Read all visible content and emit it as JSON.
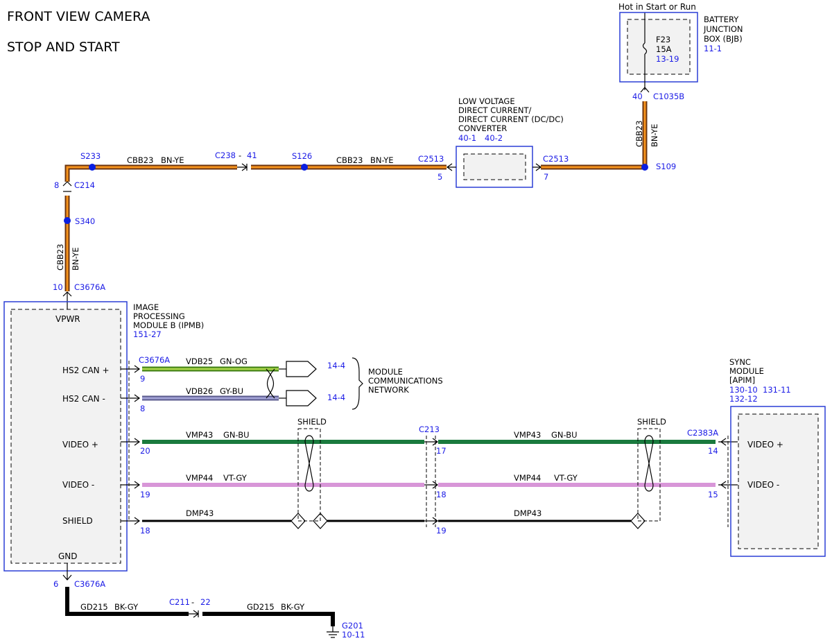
{
  "title": "FRONT VIEW CAMERA",
  "subtitle": "STOP AND START",
  "colors": {
    "bn_ye_outer": "#6b3410",
    "bn_ye_inner": "#f7941d",
    "gn_og_outer": "#3c7d12",
    "gn_og_inner": "#a9d44a",
    "gy_bu_outer": "#5a5a8c",
    "gy_bu_inner": "#a3a3d6",
    "gn_bu": "#1a7a3e",
    "vt_gy": "#d896d8",
    "black": "#000000",
    "splice": "#0a1fe0",
    "reference_blue": "#1a1ae6"
  },
  "bjb": {
    "power_label": "Hot in Start or Run",
    "name_lines": [
      "BATTERY",
      "JUNCTION",
      "BOX (BJB)"
    ],
    "ref": "11-1",
    "fuse_id": "F23",
    "fuse_rating": "15A",
    "fuse_ref": "13-19",
    "pin": "40",
    "connector": "C1035B"
  },
  "dcdc": {
    "name_lines": [
      "LOW VOLTAGE",
      "DIRECT CURRENT/",
      "DIRECT CURRENT (DC/DC)",
      "CONVERTER"
    ],
    "ref1": "40-1",
    "ref2": "40-2",
    "left_connector": "C2513",
    "left_pin": "5",
    "right_connector": "C2513",
    "right_pin": "7"
  },
  "power_circuit": {
    "circuit": "CBB23",
    "color": "BN-YE",
    "splices": [
      "S109",
      "S126",
      "S233",
      "S340"
    ],
    "inline_connector": "C238",
    "inline_dash": "-",
    "inline_pin": "41",
    "c214_pin": "8",
    "c214": "C214",
    "ipmb_pin": "10",
    "ipmb_connector": "C3676A"
  },
  "ipmb": {
    "name_lines": [
      "IMAGE",
      "PROCESSING",
      "MODULE B (IPMB)"
    ],
    "ref": "151-27",
    "pins": {
      "vpwr": "VPWR",
      "hs2_can_plus": "HS2 CAN +",
      "hs2_can_minus": "HS2 CAN -",
      "video_plus": "VIDEO +",
      "video_minus": "VIDEO -",
      "shield": "SHIELD",
      "gnd": "GND"
    },
    "can_connector": "C3676A",
    "gnd_pin": "6",
    "gnd_connector": "C3676A"
  },
  "can": {
    "can_plus_circuit": "VDB25",
    "can_plus_color": "GN-OG",
    "can_plus_pin": "9",
    "can_plus_ref": "14-4",
    "can_minus_circuit": "VDB26",
    "can_minus_color": "GY-BU",
    "can_minus_pin": "8",
    "can_minus_ref": "14-4",
    "network_lines": [
      "MODULE",
      "COMMUNICATIONS",
      "NETWORK"
    ]
  },
  "video": {
    "shield_label": "SHIELD",
    "c213": "C213",
    "c2383a": "C2383A",
    "plus_circuit": "VMP43",
    "plus_color": "GN-BU",
    "plus_pin_ipmb": "20",
    "plus_pin_c213": "17",
    "plus_pin_sync": "14",
    "minus_circuit": "VMP44",
    "minus_color": "VT-GY",
    "minus_pin_ipmb": "19",
    "minus_pin_c213": "18",
    "minus_pin_sync": "15",
    "drain_circuit": "DMP43",
    "drain_pin_ipmb": "18",
    "drain_pin_c213": "19"
  },
  "sync": {
    "name_lines": [
      "SYNC",
      "MODULE",
      "[APIM]"
    ],
    "ref1": "130-10",
    "ref2": "131-11",
    "ref3": "132-12",
    "pin_video_plus": "VIDEO +",
    "pin_video_minus": "VIDEO -"
  },
  "ground": {
    "circuit": "GD215",
    "color": "BK-GY",
    "inline_connector": "C211",
    "inline_dash": "-",
    "inline_pin": "22",
    "ground_point": "G201",
    "ground_ref": "10-11"
  }
}
